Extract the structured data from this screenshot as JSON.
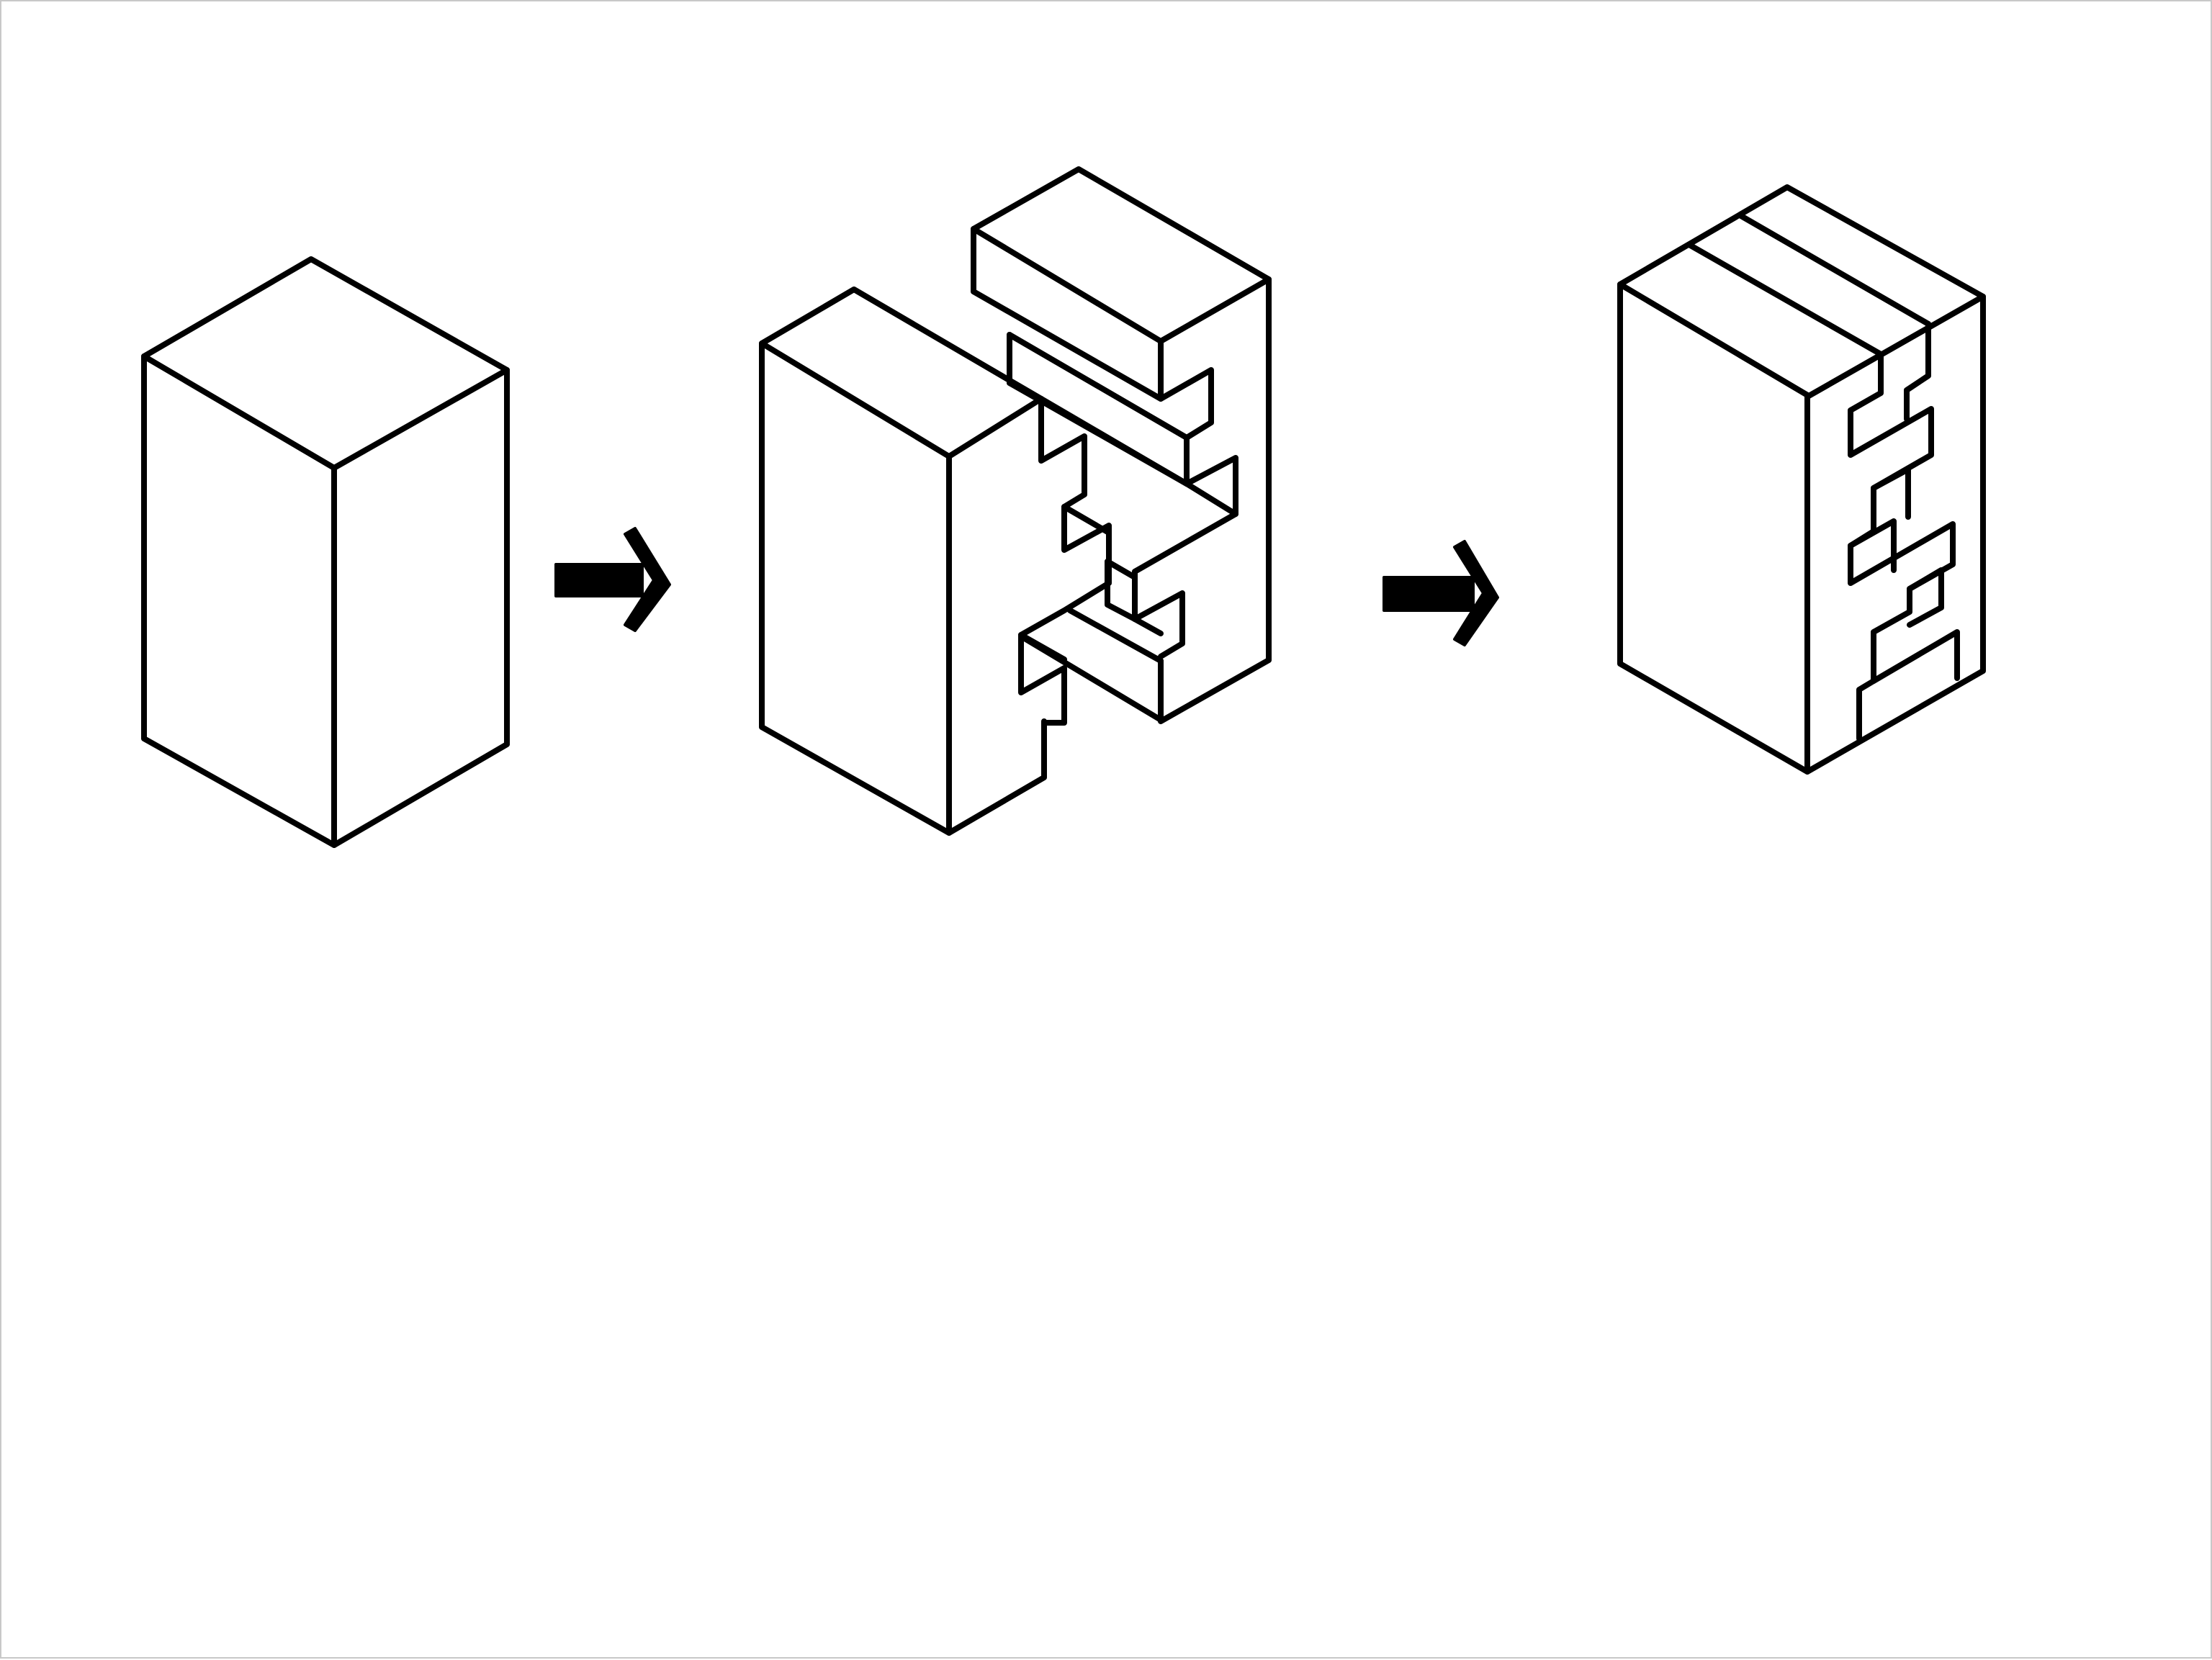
{
  "diagram": {
    "steps": [
      {
        "name": "solid-block",
        "description_visible": false
      },
      {
        "name": "split-interlocking-blocks",
        "description_visible": false
      },
      {
        "name": "assembled-interlocked-block",
        "description_visible": false
      }
    ],
    "connectors": [
      {
        "from": 0,
        "to": 1,
        "icon": "arrow-right-icon"
      },
      {
        "from": 1,
        "to": 2,
        "icon": "arrow-right-icon"
      }
    ],
    "colors": {
      "ink": "#000000",
      "background": "#ffffff",
      "frame": "#c8c8c8"
    }
  }
}
